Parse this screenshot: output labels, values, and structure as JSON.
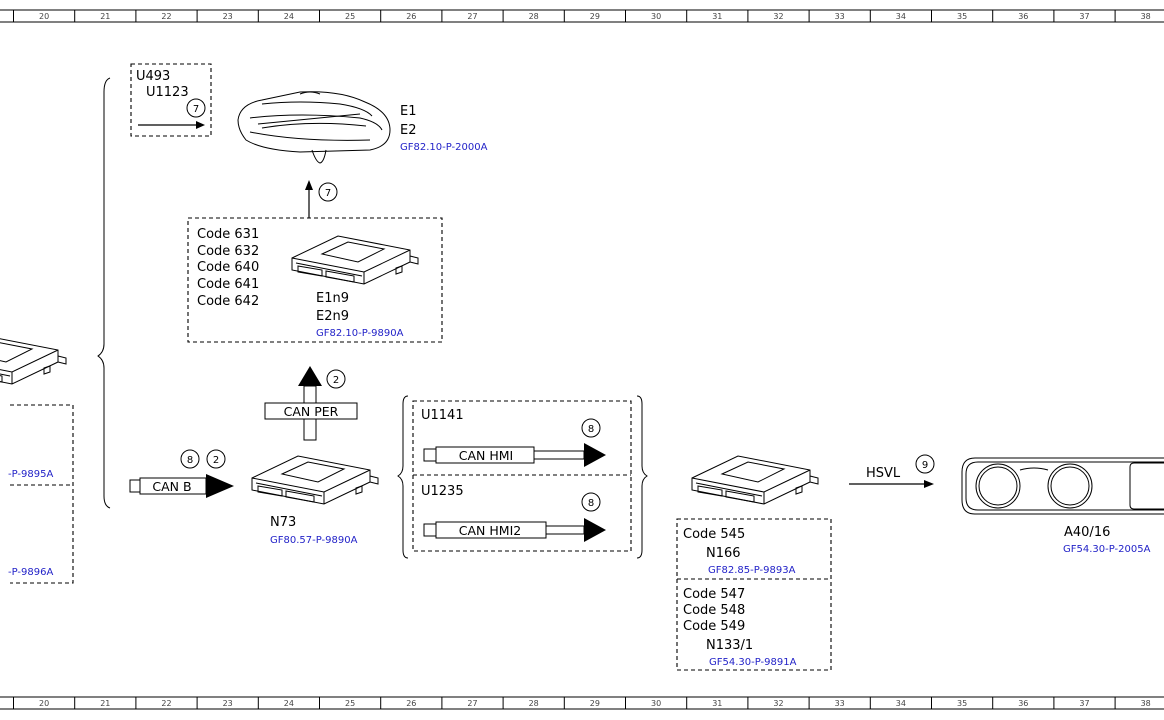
{
  "ruler": {
    "numbers": [
      "20",
      "21",
      "22",
      "23",
      "24",
      "25",
      "26",
      "27",
      "28",
      "29",
      "30",
      "31",
      "32",
      "33",
      "34",
      "35",
      "36",
      "37",
      "38"
    ]
  },
  "left_partial": {
    "ref_top": "-P-9895A",
    "ref_bottom": "-P-9896A"
  },
  "headlamp": {
    "label1": "E1",
    "label2": "E2",
    "ref": "GF82.10-P-2000A"
  },
  "u493_box": {
    "label1": "U493",
    "label2": "U1123",
    "circle": "7"
  },
  "arrow_up_circle": "7",
  "e1n9_box": {
    "codes": [
      "Code 631",
      "Code 632",
      "Code 640",
      "Code 641",
      "Code 642"
    ],
    "label1": "E1n9",
    "label2": "E2n9",
    "ref": "GF82.10-P-9890A"
  },
  "can_per": {
    "label": "CAN PER",
    "circle": "2"
  },
  "can_b": {
    "label": "CAN B",
    "circle1": "8",
    "circle2": "2"
  },
  "n73": {
    "label": "N73",
    "ref": "GF80.57-P-9890A"
  },
  "hmi_box": {
    "u1141": "U1141",
    "can_hmi": "CAN HMI",
    "circle_hmi": "8",
    "u1235": "U1235",
    "can_hmi2": "CAN HMI2",
    "circle_hmi2": "8"
  },
  "n166_box": {
    "code545": "Code 545",
    "n166": "N166",
    "n166_ref": "GF82.85-P-9893A",
    "codes": [
      "Code 547",
      "Code 548",
      "Code 549"
    ],
    "n133": "N133/1",
    "n133_ref": "GF54.30-P-9891A"
  },
  "hsvl": {
    "label": "HSVL",
    "circle": "9"
  },
  "cluster": {
    "label": "A40/16",
    "ref": "GF54.30-P-2005A"
  }
}
